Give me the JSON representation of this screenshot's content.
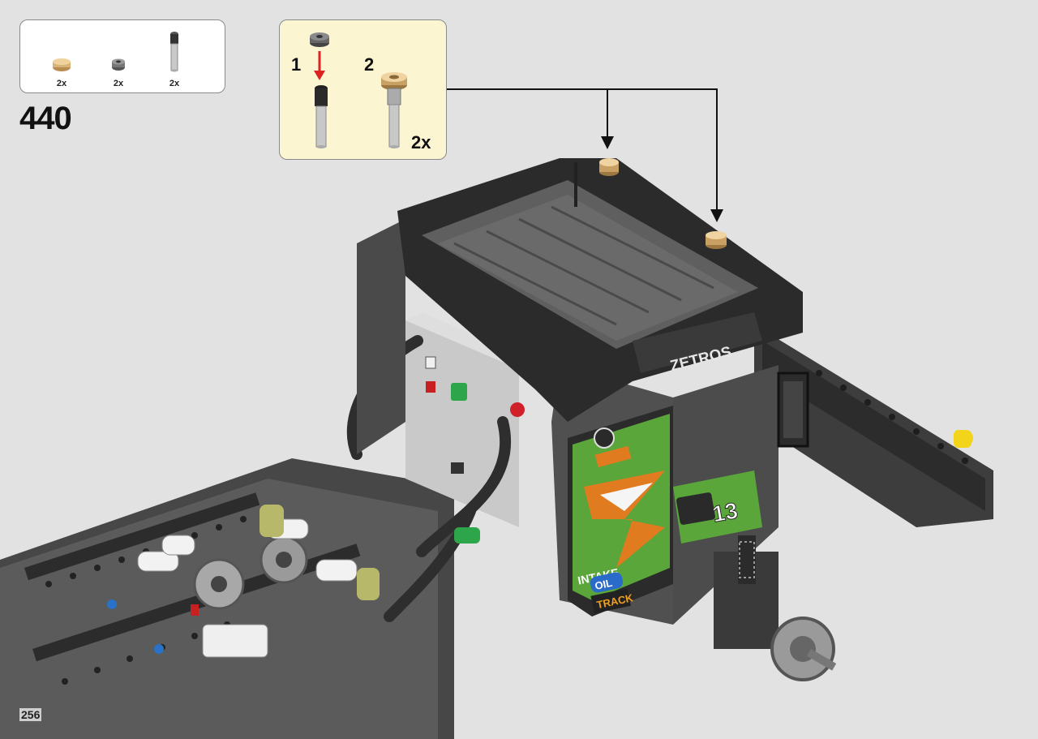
{
  "step": {
    "number": "440"
  },
  "parts_list": {
    "items": [
      {
        "name": "tan-bush-icon",
        "qty": "2x"
      },
      {
        "name": "gray-bush-icon",
        "qty": "2x"
      },
      {
        "name": "pin-with-stud-icon",
        "qty": "2x"
      }
    ]
  },
  "subassembly": {
    "step1_label": "1",
    "step2_label": "2",
    "multiplier": "2x"
  },
  "model": {
    "cab_brand_text": "ZETROS",
    "door_number": "13",
    "sticker_texts": [
      "INTAKE",
      "OIL",
      "TRACK"
    ]
  },
  "page": {
    "number": "256"
  },
  "colors": {
    "background": "#e2e2e2",
    "subassembly_bg": "#fbf5d2",
    "cab_dark": "#3a3a3a",
    "door_green": "#5aa63a",
    "accent_orange": "#e07b1f",
    "arrow_red": "#d22"
  }
}
